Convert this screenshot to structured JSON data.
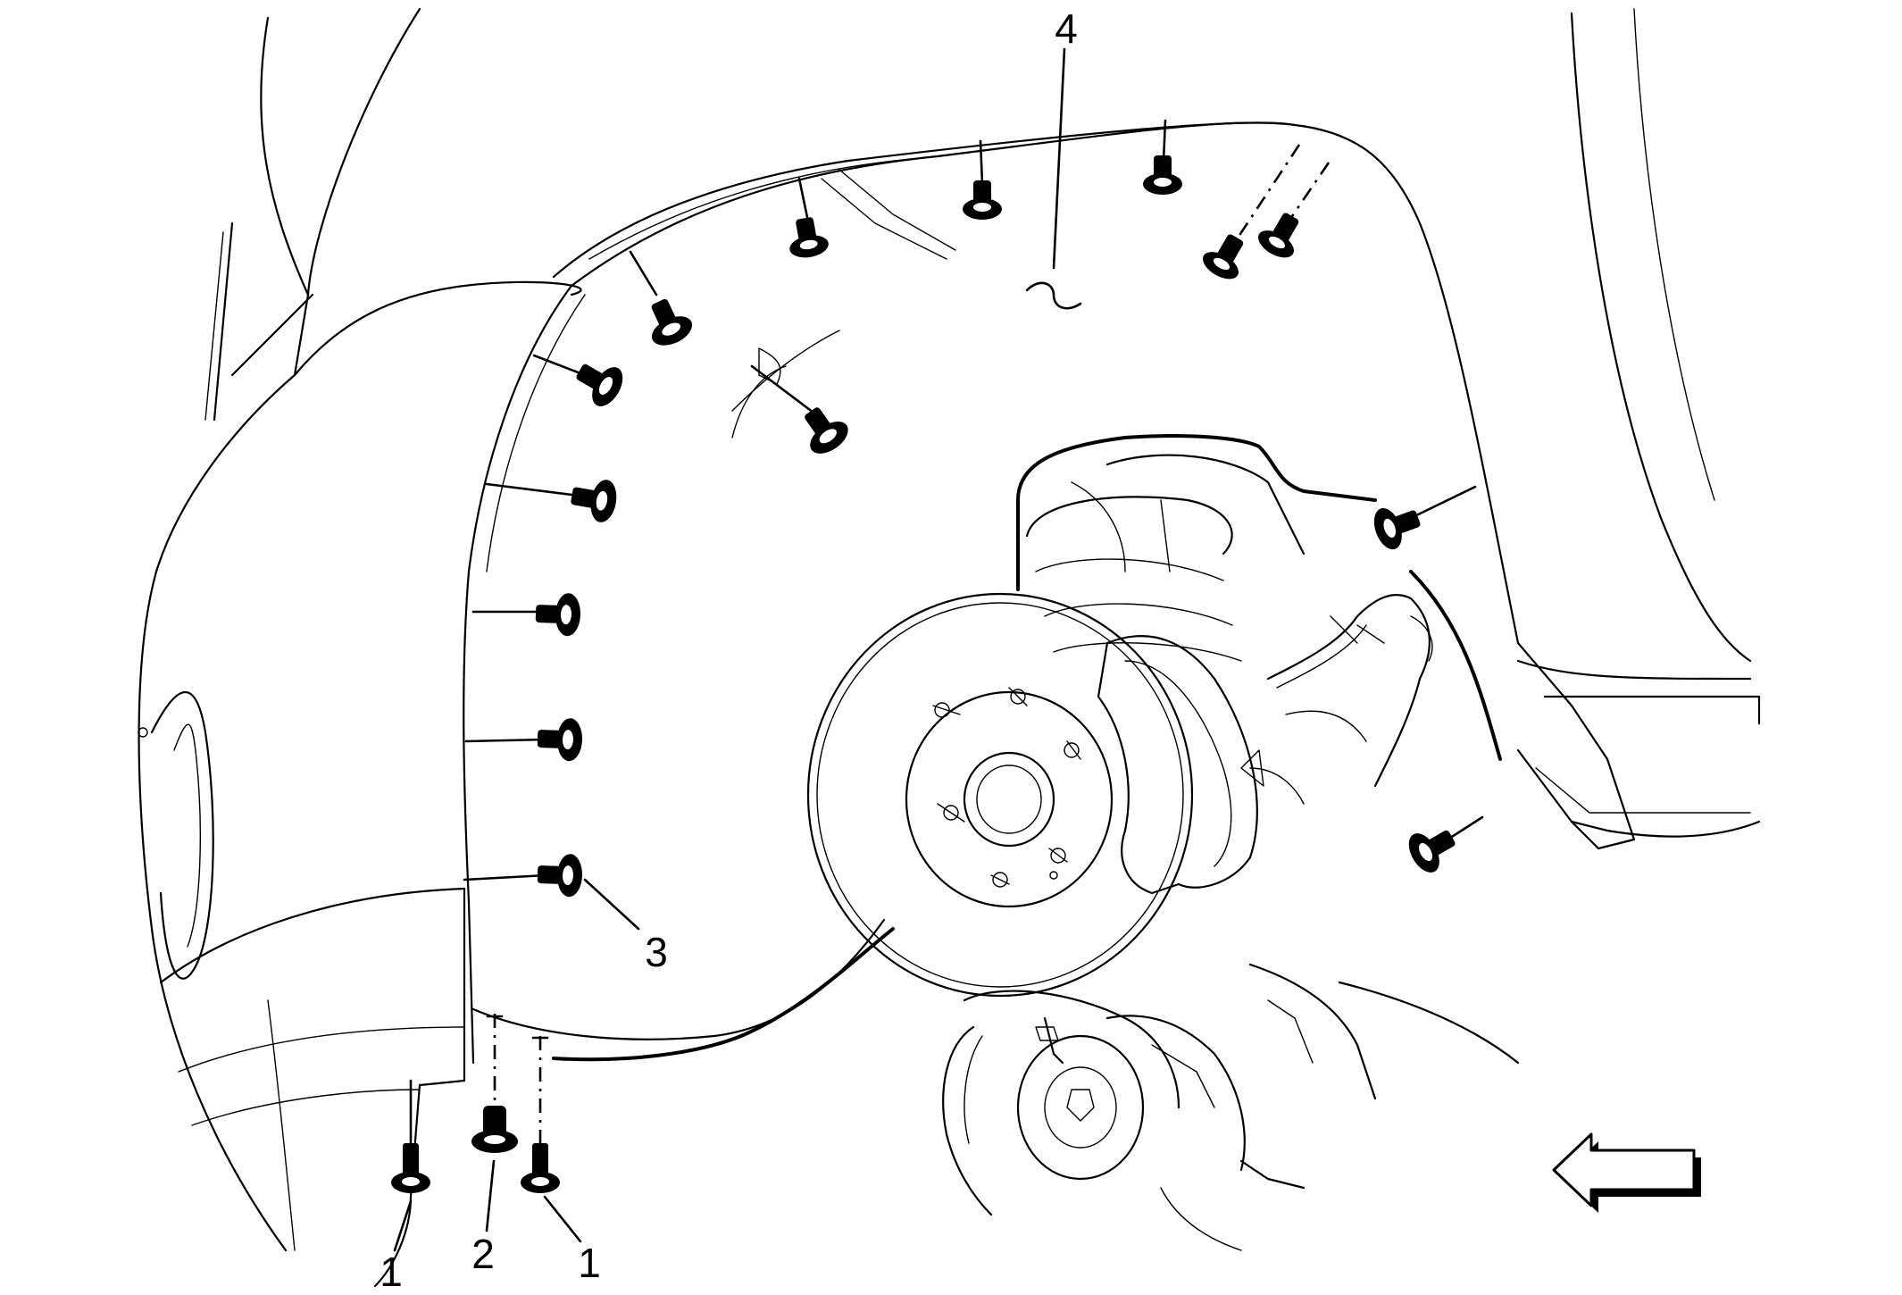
{
  "callouts": {
    "fastener_1_left": "1",
    "fastener_2": "2",
    "fastener_1_right": "1",
    "fastener_3": "3",
    "liner_4": "4"
  },
  "colors": {
    "line": "#000000",
    "background": "#ffffff"
  },
  "icons": {
    "direction_arrow": "left-arrow-icon"
  }
}
